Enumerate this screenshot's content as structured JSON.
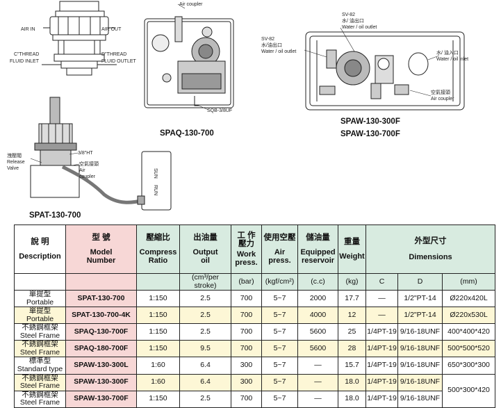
{
  "diagrams": {
    "spat_top": {
      "air_in": "AIR IN",
      "air_out": "AIR OUT",
      "c_thread": "C\"THREAD",
      "fluid_inlet": "FLUID INLET",
      "d_thread": "D\"THREAD",
      "fluid_outlet": "FLUID OUTLET"
    },
    "spaq": {
      "air_coupler": "Air coupler",
      "sqb": "SQB-3/8UF",
      "model": "SPAQ-130-700"
    },
    "spaw": {
      "sv82_left": "SV-82",
      "water_oil_outlet_zh_left": "水/油出口",
      "water_oil_outlet_left": "Water / oil outlet",
      "sv82_top": "SV-82",
      "water_oil_outlet_zh_top": "水/ 油出口",
      "water_oil_outlet_top": "Water / oil outlet",
      "water_oil_inlet_zh": "水/ 油入口",
      "water_oil_inlet": "Water / oil inlet",
      "air_coupler_zh": "空氣接頭",
      "air_coupler": "Air coupler",
      "model_1": "SPAW-130-300F",
      "model_2": "SPAW-130-700F"
    },
    "spat": {
      "release_valve_zh": "洩壓閥",
      "release_valve_1": "Release",
      "release_valve_2": "Valve",
      "ht": "3/8\"HT",
      "air_coupler_zh": "空氣接頭",
      "air_coupler_1": "Air",
      "air_coupler_2": "coupler",
      "brand_1": "SUN",
      "brand_2": "RUN",
      "model": "SPAT-130-700"
    }
  },
  "table": {
    "headers": {
      "description_zh": "說  明",
      "description": "Description",
      "model_zh": "型  號",
      "model_1": "Model",
      "model_2": "Number",
      "compress_zh": "壓縮比",
      "compress_1": "Compress",
      "compress_2": "Ratio",
      "output_zh": "出油量",
      "output_1": "Output",
      "output_2": "oil",
      "output_unit": "(cm³/per stroke)",
      "work_zh_1": "工  作",
      "work_zh_2": "壓力",
      "work_1": "Work",
      "work_2": "press.",
      "work_unit": "(bar)",
      "air_zh": "使用空壓",
      "air_1": "Air",
      "air_2": "press.",
      "air_unit": "(kgf/cm²)",
      "res_zh": "儲油量",
      "res_1": "Equipped",
      "res_2": "reservoir",
      "res_unit": "(c.c)",
      "weight_zh": "重量",
      "weight": "Weight",
      "weight_unit": "(kg)",
      "dim_zh": "外型尺寸",
      "dim": "Dimensions",
      "dim_c": "C",
      "dim_d": "D",
      "dim_mm": "(mm)"
    },
    "rows": [
      {
        "desc_zh": "單提型",
        "desc": "Portable",
        "model": "SPAT-130-700",
        "ratio": "1:150",
        "output": "2.5",
        "work": "700",
        "air": "5~7",
        "res": "2000",
        "weight": "17.7",
        "c": "—",
        "d": "1/2\"PT-14",
        "mm": "Ø220x420L"
      },
      {
        "desc_zh": "單提型",
        "desc": "Portable",
        "model": "SPAT-130-700-4K",
        "ratio": "1:150",
        "output": "2.5",
        "work": "700",
        "air": "5~7",
        "res": "4000",
        "weight": "12",
        "c": "—",
        "d": "1/2\"PT-14",
        "mm": "Ø220x530L"
      },
      {
        "desc_zh": "不銹鋼框架",
        "desc": "Steel Frame",
        "model": "SPAQ-130-700F",
        "ratio": "1:150",
        "output": "2.5",
        "work": "700",
        "air": "5~7",
        "res": "5600",
        "weight": "25",
        "c": "1/4PT-19",
        "d": "9/16-18UNF",
        "mm": "400*400*420"
      },
      {
        "desc_zh": "不銹鋼框架",
        "desc": "Steel Frame",
        "model": "SPAQ-180-700F",
        "ratio": "1:150",
        "output": "9.5",
        "work": "700",
        "air": "5~7",
        "res": "5600",
        "weight": "28",
        "c": "1/4PT-19",
        "d": "9/16-18UNF",
        "mm": "500*500*520"
      },
      {
        "desc_zh": "標準型",
        "desc": "Standard type",
        "model": "SPAW-130-300L",
        "ratio": "1:60",
        "output": "6.4",
        "work": "300",
        "air": "5~7",
        "res": "—",
        "weight": "15.7",
        "c": "1/4PT-19",
        "d": "9/16-18UNF",
        "mm": "650*300*300"
      },
      {
        "desc_zh": "不銹鋼框架",
        "desc": "Steel Frame",
        "model": "SPAW-130-300F",
        "ratio": "1:60",
        "output": "6.4",
        "work": "300",
        "air": "5~7",
        "res": "—",
        "weight": "18.0",
        "c": "1/4PT-19",
        "d": "9/16-18UNF",
        "mm": ""
      },
      {
        "desc_zh": "不銹鋼框架",
        "desc": "Steel Frame",
        "model": "SPAW-130-700F",
        "ratio": "1:150",
        "output": "2.5",
        "work": "700",
        "air": "5~7",
        "res": "—",
        "weight": "18.0",
        "c": "1/4PT-19",
        "d": "9/16-18UNF",
        "mm": "500*300*420"
      }
    ]
  }
}
